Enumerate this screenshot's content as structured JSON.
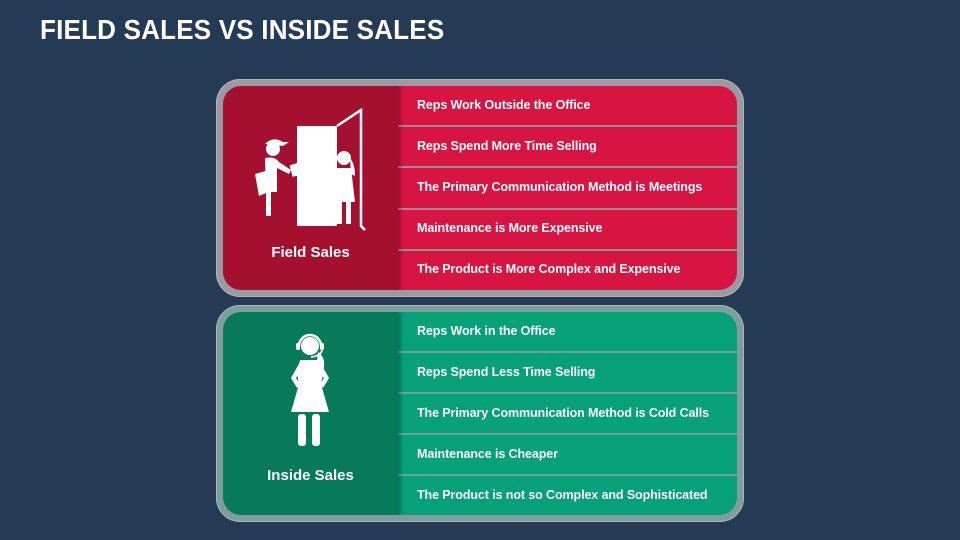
{
  "title": "FIELD SALES VS INSIDE SALES",
  "colors": {
    "background": "#253a55",
    "field_dark": "#a50f30",
    "field_light": "#d81443",
    "inside_dark": "#077a5a",
    "inside_light": "#06a079"
  },
  "field_sales": {
    "label": "Field Sales",
    "icon": "door-to-door-salesman-icon",
    "items": [
      "Reps Work Outside the Office",
      "Reps Spend More Time Selling",
      "The Primary Communication Method is Meetings",
      "Maintenance is More Expensive",
      "The Product is More Complex and Expensive"
    ]
  },
  "inside_sales": {
    "label": "Inside Sales",
    "icon": "headset-agent-icon",
    "items": [
      "Reps Work in the Office",
      "Reps Spend Less Time Selling",
      "The Primary Communication Method is Cold Calls",
      "Maintenance is Cheaper",
      "The Product is not so Complex and Sophisticated"
    ]
  }
}
